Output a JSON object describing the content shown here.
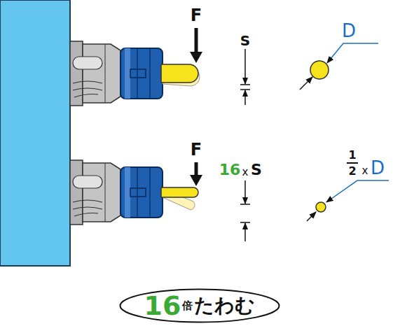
{
  "diagram": {
    "nodes": [
      {
        "text": [
          "16",
          "倍",
          "たわむ"
        ]
      }
    ],
    "labels": [
      "F",
      "S",
      "D",
      "F",
      "16",
      "x",
      "S",
      "1",
      "2",
      "x",
      "D"
    ]
  }
}
